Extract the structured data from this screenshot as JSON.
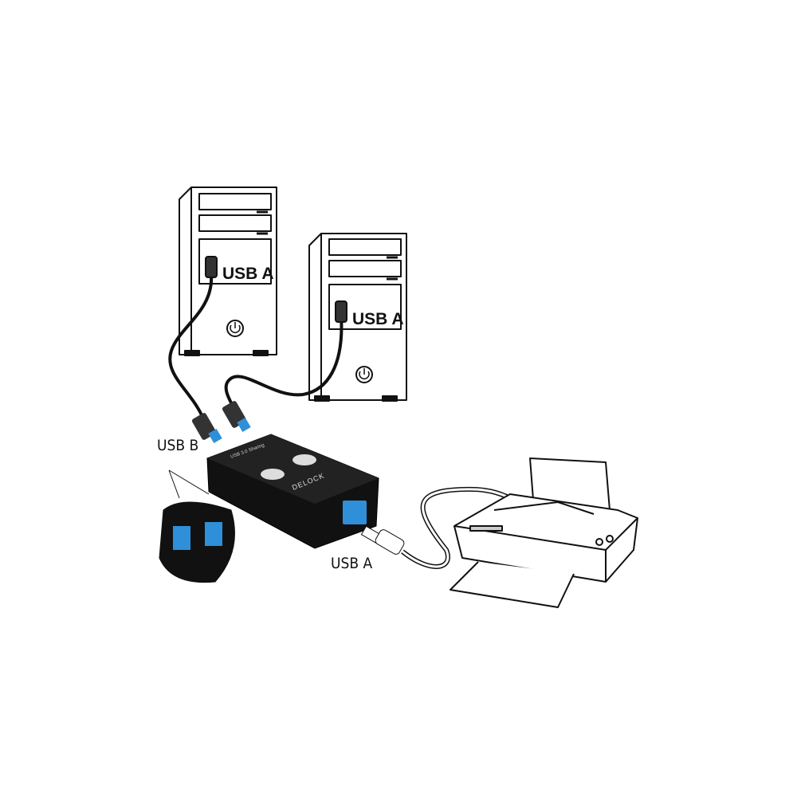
{
  "labels": {
    "pc1_port": "USB A",
    "pc2_port": "USB A",
    "switch_inputs": "USB B",
    "switch_output": "USB A"
  },
  "device": {
    "top_text": "USB 3.0 Sharing",
    "logo": "DELOCK"
  },
  "colors": {
    "usb3_blue": "#2f8fd8",
    "device_body": "#111111"
  }
}
